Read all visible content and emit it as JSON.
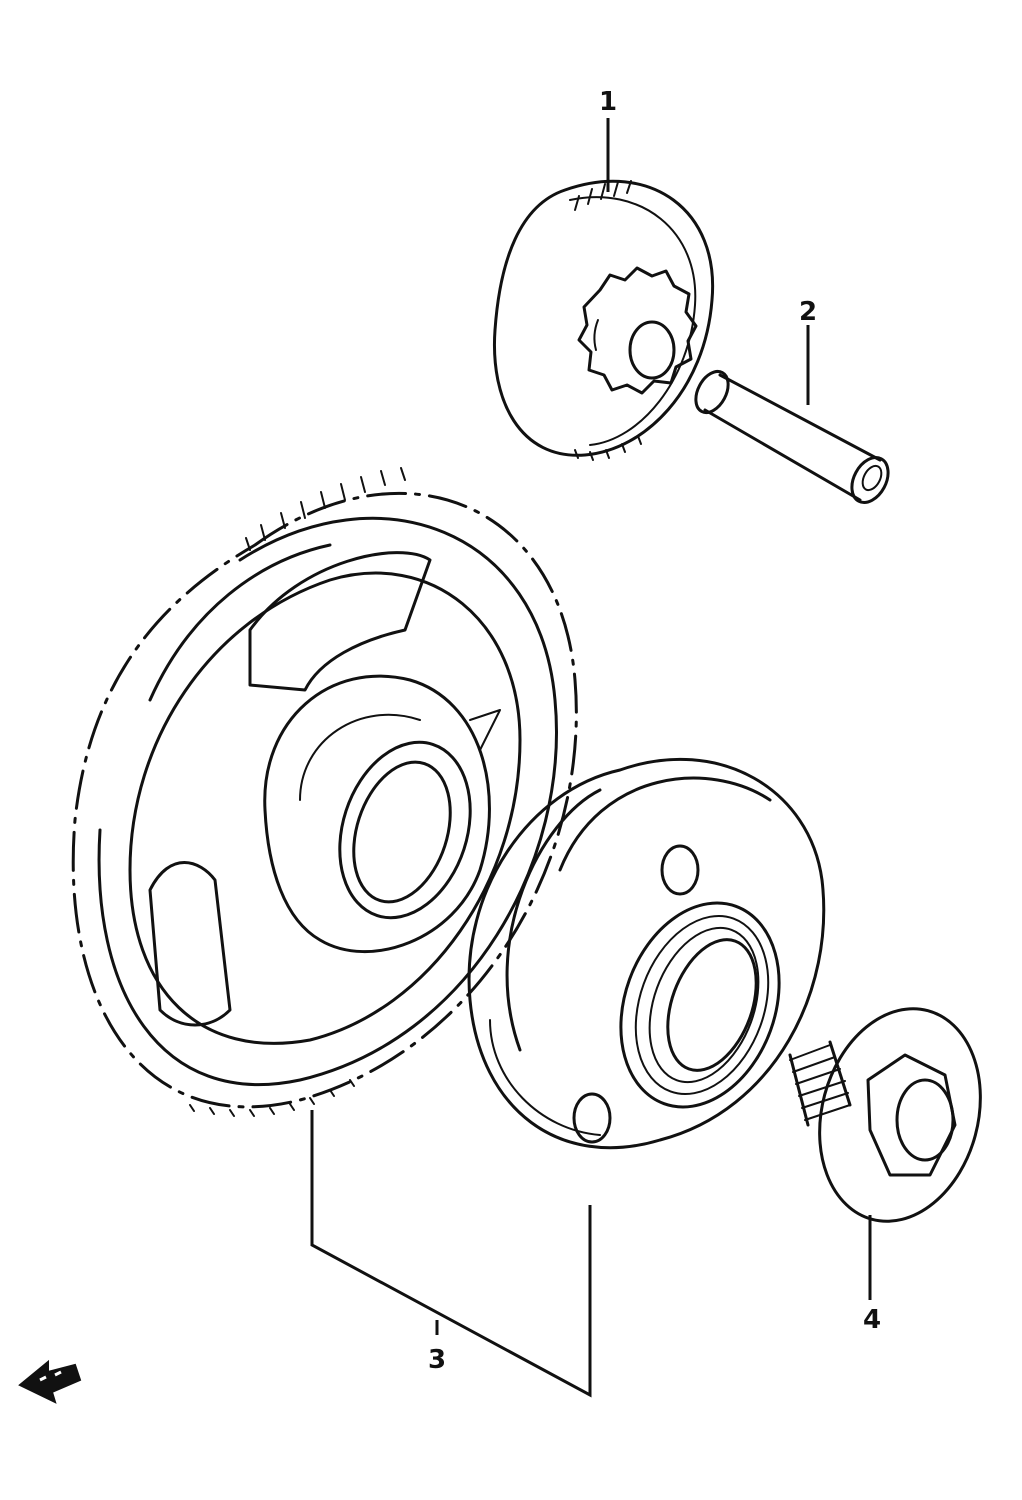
{
  "diagram": {
    "parts": [
      {
        "id": "part-1",
        "label": "1"
      },
      {
        "id": "part-2",
        "label": "2"
      },
      {
        "id": "part-3",
        "label": "3"
      },
      {
        "id": "part-4",
        "label": "4"
      }
    ],
    "direction_arrow_icon": "arrow-left-icon"
  }
}
